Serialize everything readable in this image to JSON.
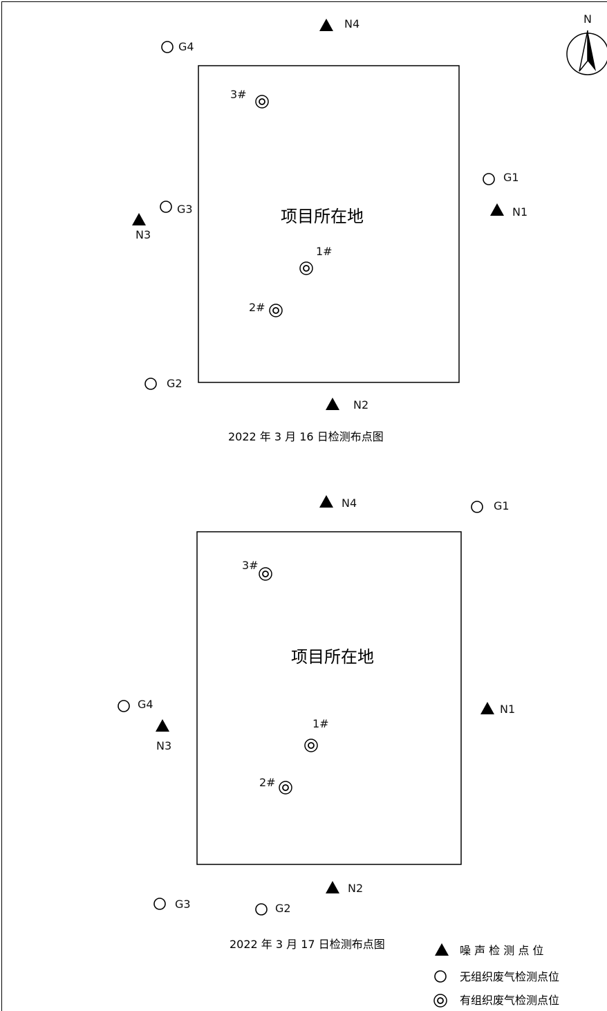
{
  "compass": {
    "north_label": "N"
  },
  "maps": [
    {
      "site_label": "项目所在地",
      "caption": "2022 年 3 月 16 日检测布点图",
      "noise_points": [
        "N1",
        "N2",
        "N3",
        "N4"
      ],
      "fugitive_gas_points": [
        "G1",
        "G2",
        "G3",
        "G4"
      ],
      "stack_gas_points": [
        "1#",
        "2#",
        "3#"
      ]
    },
    {
      "site_label": "项目所在地",
      "caption": "2022 年 3 月 17 日检测布点图",
      "noise_points": [
        "N1",
        "N2",
        "N3",
        "N4"
      ],
      "fugitive_gas_points": [
        "G1",
        "G2",
        "G3",
        "G4"
      ],
      "stack_gas_points": [
        "1#",
        "2#",
        "3#"
      ]
    }
  ],
  "legend": [
    {
      "symbol": "triangle-icon",
      "label": "噪 声 检 测 点 位"
    },
    {
      "symbol": "circle-icon",
      "label": "无组织废气检测点位"
    },
    {
      "symbol": "double-circle-icon",
      "label": "有组织废气检测点位"
    }
  ]
}
